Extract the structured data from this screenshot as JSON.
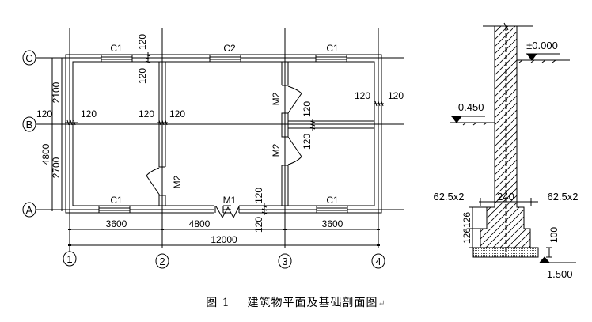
{
  "plan": {
    "axes_horizontal": [
      {
        "label": "C"
      },
      {
        "label": "B"
      },
      {
        "label": "A"
      }
    ],
    "axes_vertical": [
      {
        "label": "1"
      },
      {
        "label": "2"
      },
      {
        "label": "3"
      },
      {
        "label": "4"
      }
    ],
    "windows": {
      "c1": "C1",
      "c2": "C2"
    },
    "doors": {
      "m1": "M1",
      "m2": "M2"
    },
    "wall_thickness_label": "120",
    "dimensions": {
      "left_ab": "2700",
      "left_bc": "2100",
      "left_total": "4800",
      "bottom_12": "3600",
      "bottom_23": "4800",
      "bottom_34": "3600",
      "bottom_total": "12000"
    }
  },
  "section": {
    "elev_ground": "±0.000",
    "elev_outdoor": "-0.450",
    "elev_bottom": "-1.500",
    "wall_width": "240",
    "step_left": "62.5x2",
    "step_right": "62.5x2",
    "step_heights": "126126",
    "cushion_height": "100"
  },
  "caption": {
    "figure_no": "图 1",
    "title": "建筑物平面及基础剖面图",
    "return_mark": "↵"
  }
}
